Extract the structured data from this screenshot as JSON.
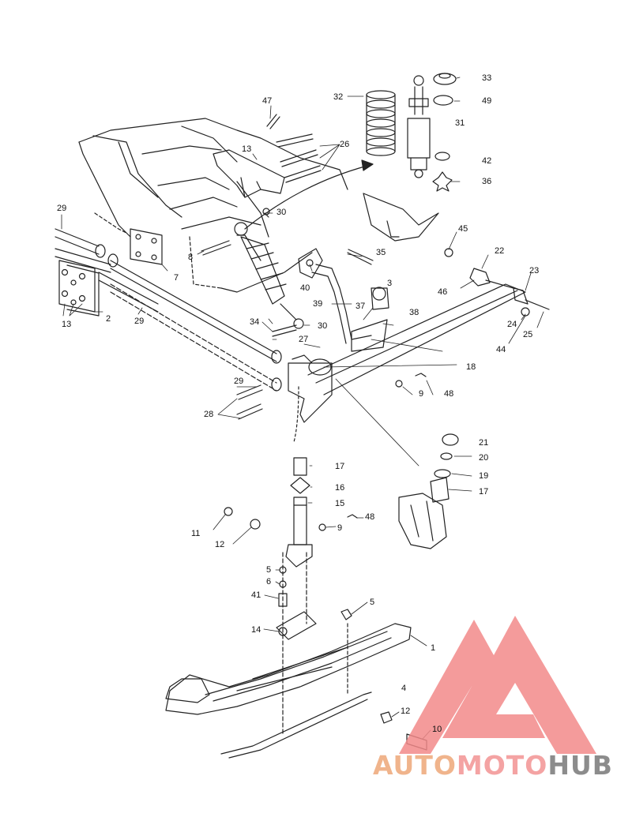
{
  "diagram": {
    "callouts": [
      {
        "id": "c1",
        "text": "1"
      },
      {
        "id": "c2",
        "text": "2"
      },
      {
        "id": "c3",
        "text": "3"
      },
      {
        "id": "c4",
        "text": "4"
      },
      {
        "id": "c5a",
        "text": "5"
      },
      {
        "id": "c5b",
        "text": "5"
      },
      {
        "id": "c6",
        "text": "6"
      },
      {
        "id": "c7",
        "text": "7"
      },
      {
        "id": "c8",
        "text": "8"
      },
      {
        "id": "c9a",
        "text": "9"
      },
      {
        "id": "c9b",
        "text": "9"
      },
      {
        "id": "c10",
        "text": "10"
      },
      {
        "id": "c11",
        "text": "11"
      },
      {
        "id": "c12a",
        "text": "12"
      },
      {
        "id": "c12b",
        "text": "12"
      },
      {
        "id": "c13a",
        "text": "13"
      },
      {
        "id": "c13b",
        "text": "13"
      },
      {
        "id": "c14",
        "text": "14"
      },
      {
        "id": "c15",
        "text": "15"
      },
      {
        "id": "c16",
        "text": "16"
      },
      {
        "id": "c17a",
        "text": "17"
      },
      {
        "id": "c17b",
        "text": "17"
      },
      {
        "id": "c18",
        "text": "18"
      },
      {
        "id": "c19",
        "text": "19"
      },
      {
        "id": "c20",
        "text": "20"
      },
      {
        "id": "c21",
        "text": "21"
      },
      {
        "id": "c22",
        "text": "22"
      },
      {
        "id": "c23",
        "text": "23"
      },
      {
        "id": "c24",
        "text": "24"
      },
      {
        "id": "c25",
        "text": "25"
      },
      {
        "id": "c26",
        "text": "26"
      },
      {
        "id": "c27",
        "text": "27"
      },
      {
        "id": "c28",
        "text": "28"
      },
      {
        "id": "c29a",
        "text": "29"
      },
      {
        "id": "c29b",
        "text": "29"
      },
      {
        "id": "c29c",
        "text": "29"
      },
      {
        "id": "c30a",
        "text": "30"
      },
      {
        "id": "c30b",
        "text": "30"
      },
      {
        "id": "c31",
        "text": "31"
      },
      {
        "id": "c32",
        "text": "32"
      },
      {
        "id": "c33",
        "text": "33"
      },
      {
        "id": "c34",
        "text": "34"
      },
      {
        "id": "c35",
        "text": "35"
      },
      {
        "id": "c36",
        "text": "36"
      },
      {
        "id": "c37",
        "text": "37"
      },
      {
        "id": "c38",
        "text": "38"
      },
      {
        "id": "c39",
        "text": "39"
      },
      {
        "id": "c40",
        "text": "40"
      },
      {
        "id": "c41",
        "text": "41"
      },
      {
        "id": "c42",
        "text": "42"
      },
      {
        "id": "c44",
        "text": "44"
      },
      {
        "id": "c45",
        "text": "45"
      },
      {
        "id": "c46",
        "text": "46"
      },
      {
        "id": "c47",
        "text": "47"
      },
      {
        "id": "c48a",
        "text": "48"
      },
      {
        "id": "c48b",
        "text": "48"
      },
      {
        "id": "c49",
        "text": "49"
      }
    ]
  },
  "watermark": {
    "word_1": "AUTO",
    "word_2": "MOTO",
    "word_3": "HUB",
    "colors": {
      "auto": "#f0b48c",
      "moto": "#f4a3a3",
      "hub": "#8c8c8c",
      "logo": "#f28a8a"
    }
  }
}
